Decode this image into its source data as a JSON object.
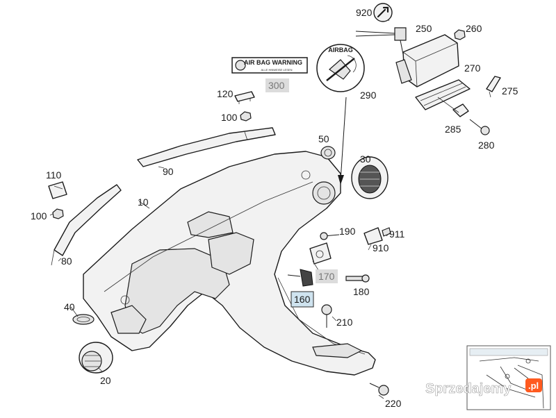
{
  "callouts": [
    {
      "id": "c920",
      "label": "920"
    },
    {
      "id": "c250",
      "label": "250"
    },
    {
      "id": "c260",
      "label": "260"
    },
    {
      "id": "c270",
      "label": "270"
    },
    {
      "id": "c275",
      "label": "275"
    },
    {
      "id": "c285",
      "label": "285"
    },
    {
      "id": "c280",
      "label": "280"
    },
    {
      "id": "c290",
      "label": "290"
    },
    {
      "id": "c300",
      "label": "300"
    },
    {
      "id": "c120",
      "label": "120"
    },
    {
      "id": "c100a",
      "label": "100"
    },
    {
      "id": "c90",
      "label": "90"
    },
    {
      "id": "c50",
      "label": "50"
    },
    {
      "id": "c30",
      "label": "30"
    },
    {
      "id": "c110",
      "label": "110"
    },
    {
      "id": "c100b",
      "label": "100"
    },
    {
      "id": "c10",
      "label": "10"
    },
    {
      "id": "c80",
      "label": "80"
    },
    {
      "id": "c190",
      "label": "190"
    },
    {
      "id": "c911",
      "label": "911"
    },
    {
      "id": "c910",
      "label": "910"
    },
    {
      "id": "c170",
      "label": "170"
    },
    {
      "id": "c180",
      "label": "180"
    },
    {
      "id": "c160",
      "label": "160"
    },
    {
      "id": "c210",
      "label": "210"
    },
    {
      "id": "c40",
      "label": "40"
    },
    {
      "id": "c20",
      "label": "20"
    },
    {
      "id": "c220",
      "label": "220"
    }
  ],
  "warning_label": {
    "title": "AIR BAG WARNING",
    "subtitle": "ALLE HINWEISE LESEN"
  },
  "airbag_disc": {
    "text": "AIRBAG"
  },
  "watermark": {
    "text": "Sprzedajemy",
    "suffix": ".pl"
  }
}
